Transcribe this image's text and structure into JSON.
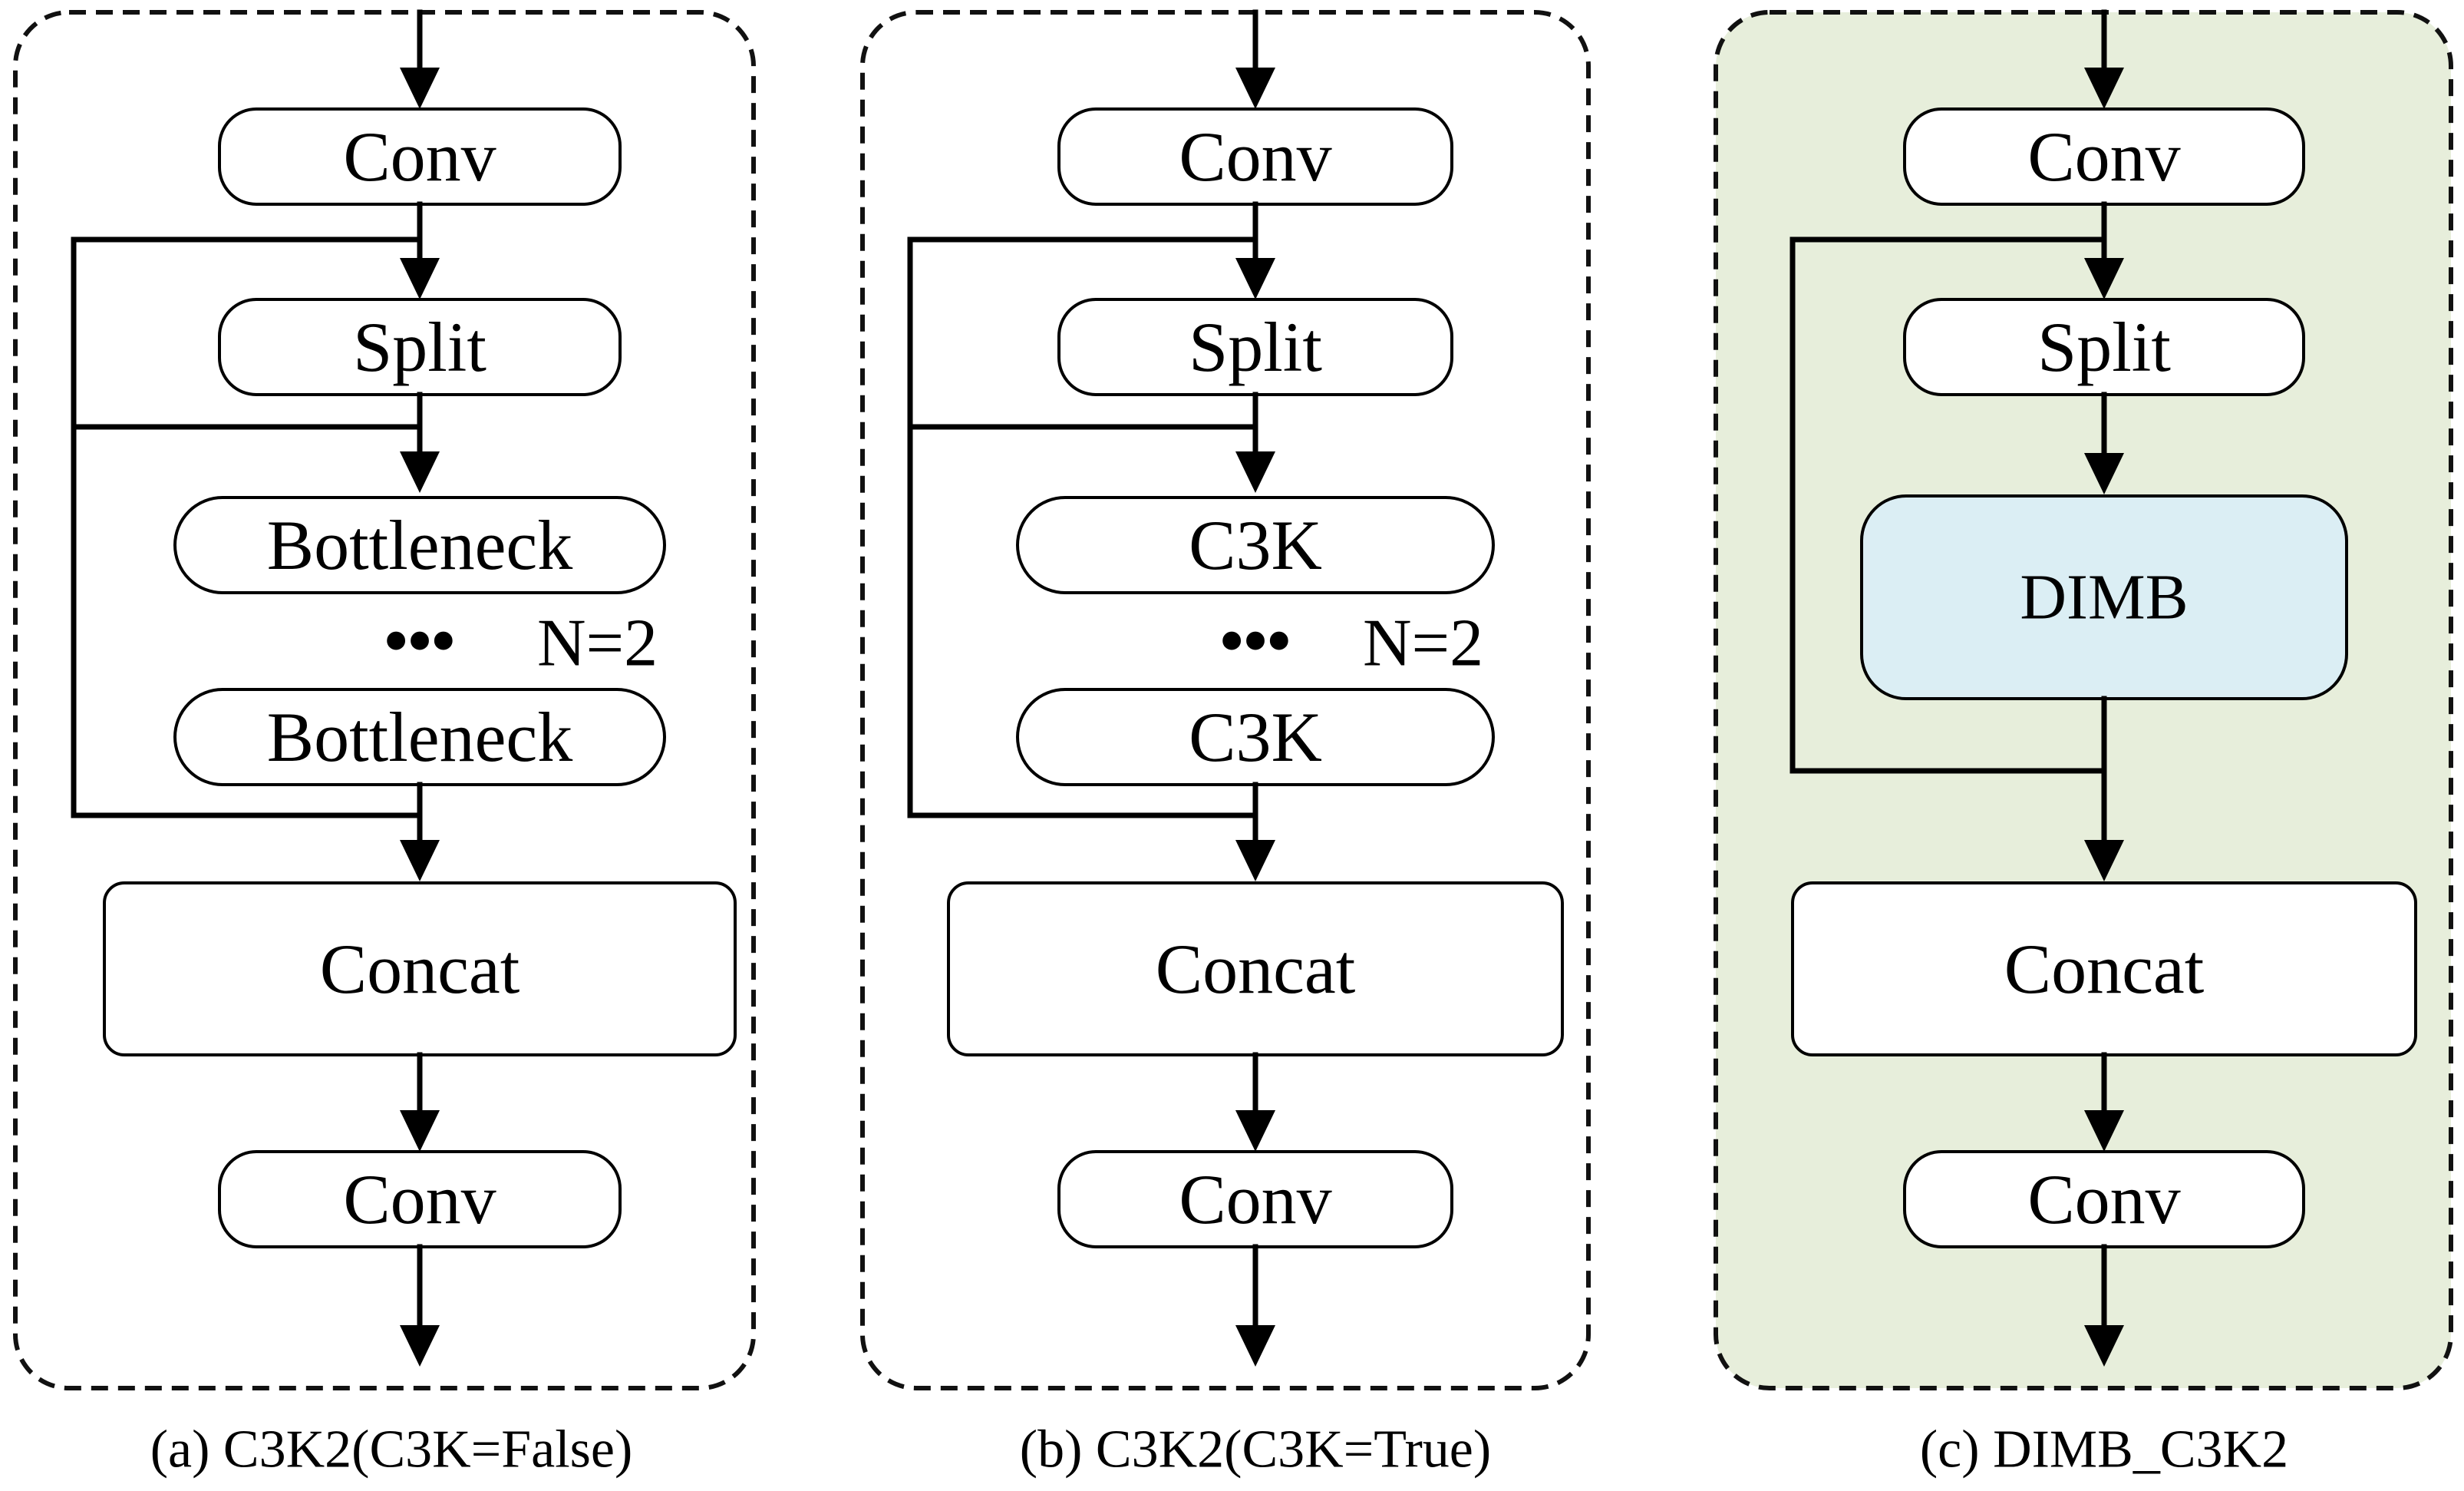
{
  "colors": {
    "panel_c_background": "#e7eedb",
    "dimb_fill": "#dbeef4",
    "stroke": "#000000"
  },
  "panels": [
    {
      "caption": "(a) C3K2(C3K=False)",
      "top": "Conv",
      "split": "Split",
      "block1": "Bottleneck",
      "ellipsis": "•••",
      "n": "N=2",
      "block2": "Bottleneck",
      "concat": "Concat",
      "bottom": "Conv"
    },
    {
      "caption": "(b) C3K2(C3K=True)",
      "top": "Conv",
      "split": "Split",
      "block1": "C3K",
      "ellipsis": "•••",
      "n": "N=2",
      "block2": "C3K",
      "concat": "Concat",
      "bottom": "Conv"
    },
    {
      "caption": "(c) DIMB_C3K2",
      "top": "Conv",
      "split": "Split",
      "block": "DIMB",
      "concat": "Concat",
      "bottom": "Conv"
    }
  ]
}
